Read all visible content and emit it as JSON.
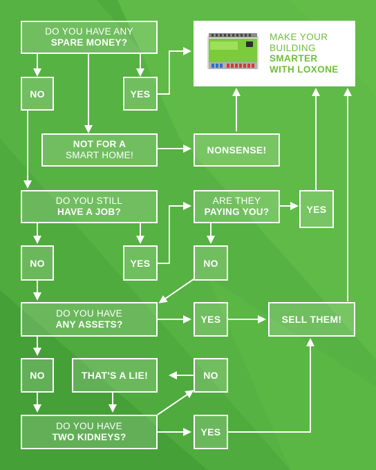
{
  "promo": {
    "lines": [
      "MAKE YOUR",
      "BUILDING"
    ],
    "bold_lines": [
      "SMARTER",
      "WITH LOXONE"
    ]
  },
  "nodes": {
    "q_money": [
      "DO YOU HAVE ANY",
      "SPARE MONEY?"
    ],
    "money_no": "NO",
    "money_yes": "YES",
    "not_smart": [
      "NOT FOR A",
      "SMART HOME!"
    ],
    "nonsense": "NONSENSE!",
    "q_job": [
      "DO YOU STILL",
      "HAVE A JOB?"
    ],
    "q_paying": [
      "ARE THEY",
      "PAYING YOU?"
    ],
    "paying_yes": "YES",
    "job_no": "NO",
    "job_yes": "YES",
    "paying_no": "NO",
    "q_assets": [
      "DO YOU HAVE",
      "ANY ASSETS?"
    ],
    "assets_yes": "YES",
    "sell": "SELL THEM!",
    "assets_no": "NO",
    "lie": "THAT'S A LIE!",
    "kidneys_no": "NO",
    "q_kidneys": [
      "DO YOU HAVE",
      "TWO KIDNEYS?"
    ],
    "kidneys_yes": "YES"
  },
  "colors": {
    "background": "#4aa53a",
    "background_light": "#6cc04a",
    "background_dark": "#3f9a35",
    "promo_text": "#6dbf3a",
    "line": "#ffffff"
  }
}
